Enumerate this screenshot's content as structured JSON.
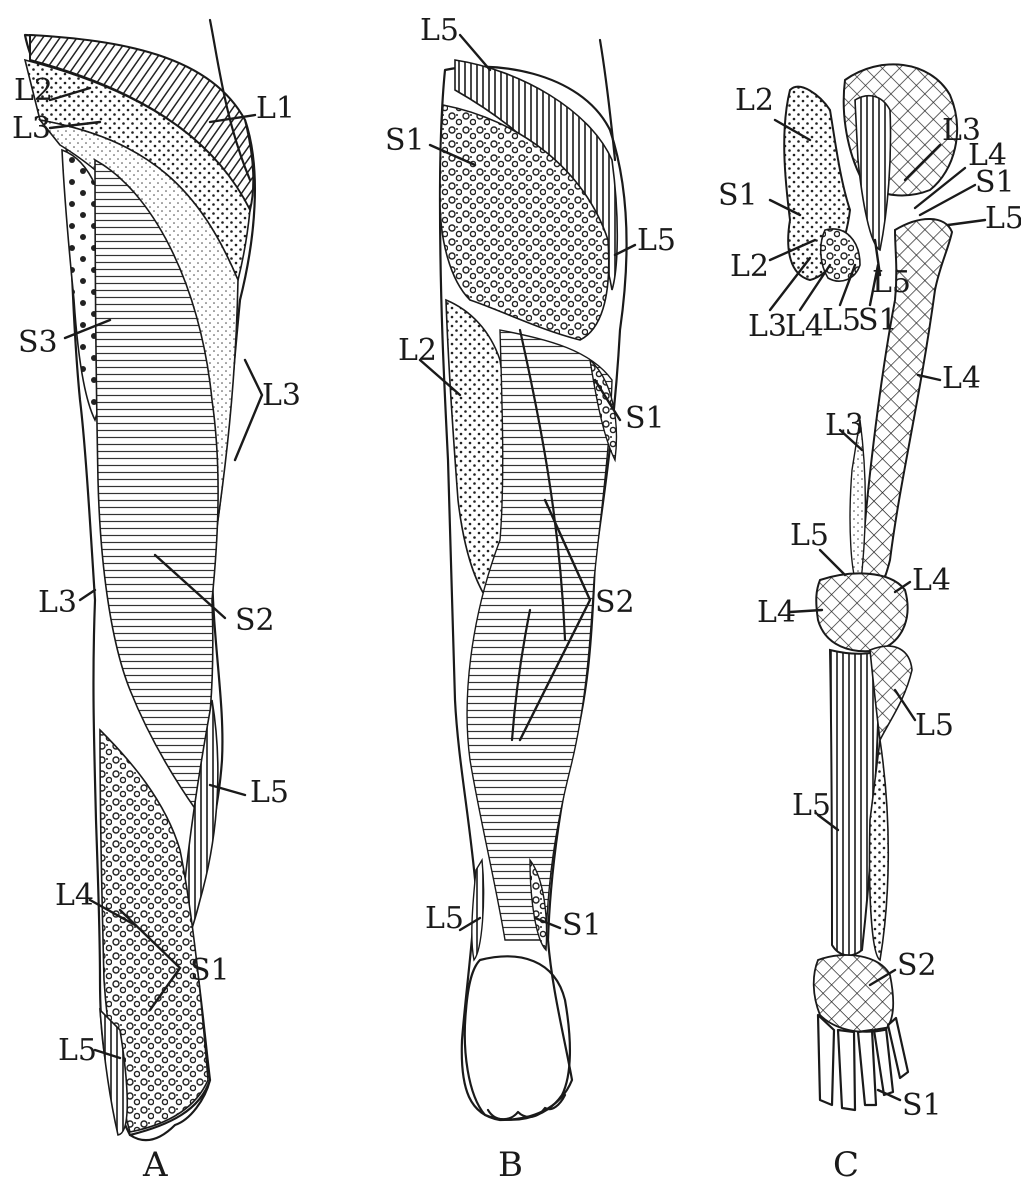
{
  "panels": [
    {
      "caption": "A",
      "labels": [
        "L2",
        "L1",
        "L3",
        "S3",
        "L3",
        "L3",
        "S2",
        "L5",
        "L4",
        "S1",
        "L5"
      ]
    },
    {
      "caption": "B",
      "labels": [
        "L5",
        "S1",
        "L5",
        "L2",
        "S1",
        "S2",
        "L5",
        "S1"
      ]
    },
    {
      "caption": "C",
      "labels": [
        "L2",
        "L3",
        "L4",
        "S1",
        "S1",
        "L5",
        "L2",
        "L5",
        "L3",
        "L4",
        "L5",
        "S1",
        "L4",
        "L3",
        "L5",
        "L4",
        "L4",
        "L5",
        "L5",
        "S2",
        "S1"
      ]
    }
  ],
  "textures": {
    "L1": "diagonal-hatch",
    "L2": "fine-dots",
    "L3": "light-stipple",
    "L4": "crosshatch",
    "L5": "vertical-lines",
    "S1": "coarse-cells",
    "S2": "horizontal-lines",
    "S3": "large-dots"
  },
  "ink_color": "#1a1a1a"
}
